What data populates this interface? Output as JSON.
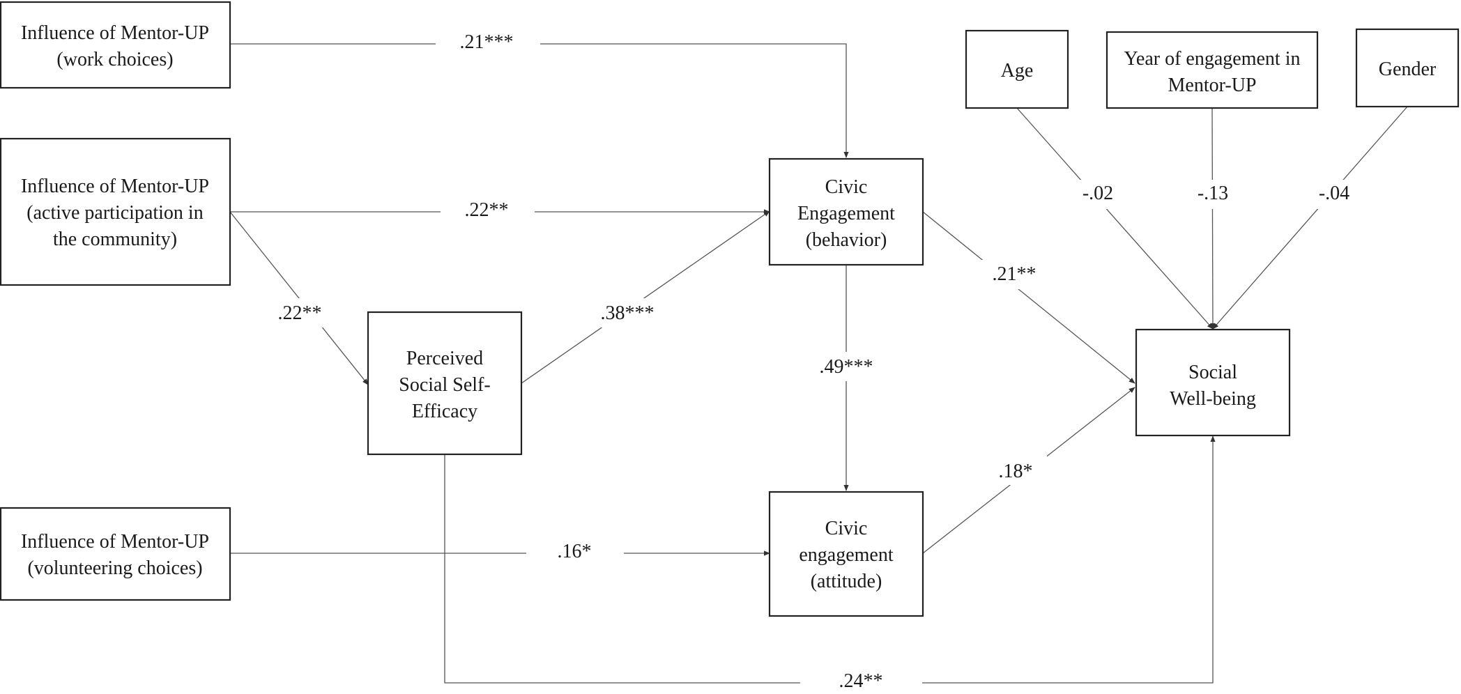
{
  "diagram": {
    "nodes": {
      "work_choices": {
        "lines": [
          "Influence of Mentor-UP",
          "(work choices)"
        ]
      },
      "active_participation": {
        "lines": [
          "Influence of Mentor-UP",
          "(active participation in",
          "the community)"
        ]
      },
      "volunteering_choices": {
        "lines": [
          "Influence of Mentor-UP",
          "(volunteering choices)"
        ]
      },
      "self_efficacy": {
        "lines": [
          "Perceived",
          "Social Self-",
          "Efficacy"
        ]
      },
      "civic_behavior": {
        "lines": [
          "Civic",
          "Engagement",
          "(behavior)"
        ]
      },
      "civic_attitude": {
        "lines": [
          "Civic",
          "engagement",
          "(attitude)"
        ]
      },
      "social_wellbeing": {
        "lines": [
          "Social",
          "Well-being"
        ]
      },
      "age": {
        "lines": [
          "Age"
        ]
      },
      "year_engagement": {
        "lines": [
          "Year of engagement in",
          "Mentor-UP"
        ]
      },
      "gender": {
        "lines": [
          "Gender"
        ]
      }
    },
    "paths": {
      "work_to_behavior": ".21***",
      "active_to_behavior": ".22**",
      "active_to_efficacy": ".22**",
      "efficacy_to_behavior": ".38***",
      "behavior_to_attitude": ".49***",
      "behavior_to_wellbeing": ".21**",
      "attitude_to_wellbeing": ".18*",
      "volunteering_to_attitude": ".16*",
      "efficacy_to_wellbeing": ".24**",
      "age_to_wellbeing": "-.02",
      "year_to_wellbeing": "-.13",
      "gender_to_wellbeing": "-.04"
    }
  }
}
